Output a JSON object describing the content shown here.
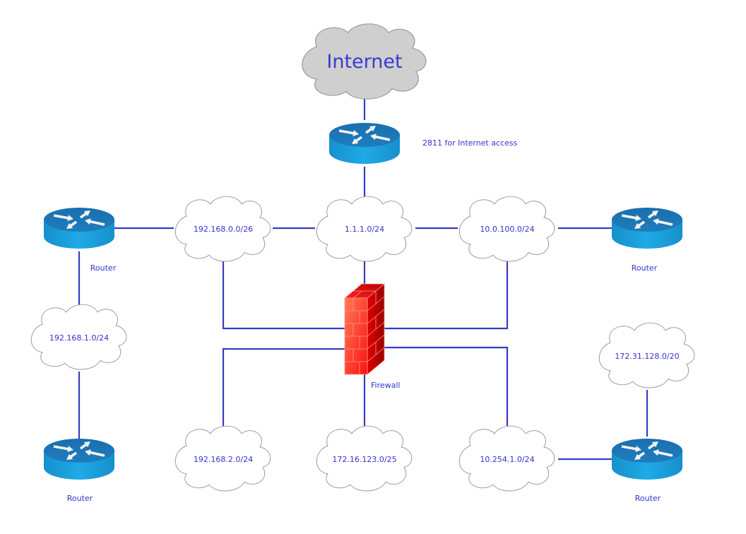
{
  "diagram": {
    "type": "network-topology",
    "colors": {
      "link": "#3a3ac8",
      "label": "#3333cc",
      "router_top": "#1a72b0",
      "router_side": "#1b9bd6",
      "firewall": "#ff2a1a",
      "cloud_internet": "#cfcfcf",
      "cloud_subnet": "#ffffff"
    },
    "internet": {
      "label": "Internet"
    },
    "edge_router": {
      "label": "2811 for Internet access"
    },
    "firewall": {
      "label": "Firewall"
    },
    "subnets": {
      "s_192_168_0": "192.168.0.0/26",
      "s_1_1_1": "1.1.1.0/24",
      "s_10_0_100": "10.0.100.0/24",
      "s_192_168_1": "192.168.1.0/24",
      "s_192_168_2": "192.168.2.0/24",
      "s_172_16_123": "172.16.123.0/25",
      "s_10_254_1": "10.254.1.0/24",
      "s_172_31_128": "172.31.128.0/20"
    },
    "routers": {
      "left_top": "Router",
      "right_top": "Router",
      "left_bottom": "Router",
      "right_bottom": "Router"
    },
    "connections": [
      [
        "Internet",
        "2811 for Internet access"
      ],
      [
        "2811 for Internet access",
        "1.1.1.0/24"
      ],
      [
        "Router (left-top)",
        "192.168.0.0/26"
      ],
      [
        "192.168.0.0/26",
        "1.1.1.0/24"
      ],
      [
        "1.1.1.0/24",
        "10.0.100.0/24"
      ],
      [
        "10.0.100.0/24",
        "Router (right-top)"
      ],
      [
        "1.1.1.0/24",
        "Firewall"
      ],
      [
        "192.168.0.0/26",
        "Firewall"
      ],
      [
        "10.0.100.0/24",
        "Firewall"
      ],
      [
        "Router (left-top)",
        "192.168.1.0/24"
      ],
      [
        "192.168.1.0/24",
        "Router (left-bottom)"
      ],
      [
        "Firewall",
        "192.168.2.0/24"
      ],
      [
        "Firewall",
        "172.16.123.0/25"
      ],
      [
        "Firewall",
        "10.254.1.0/24"
      ],
      [
        "10.254.1.0/24",
        "Router (right-bottom)"
      ],
      [
        "172.31.128.0/20",
        "Router (right-bottom)"
      ]
    ]
  }
}
